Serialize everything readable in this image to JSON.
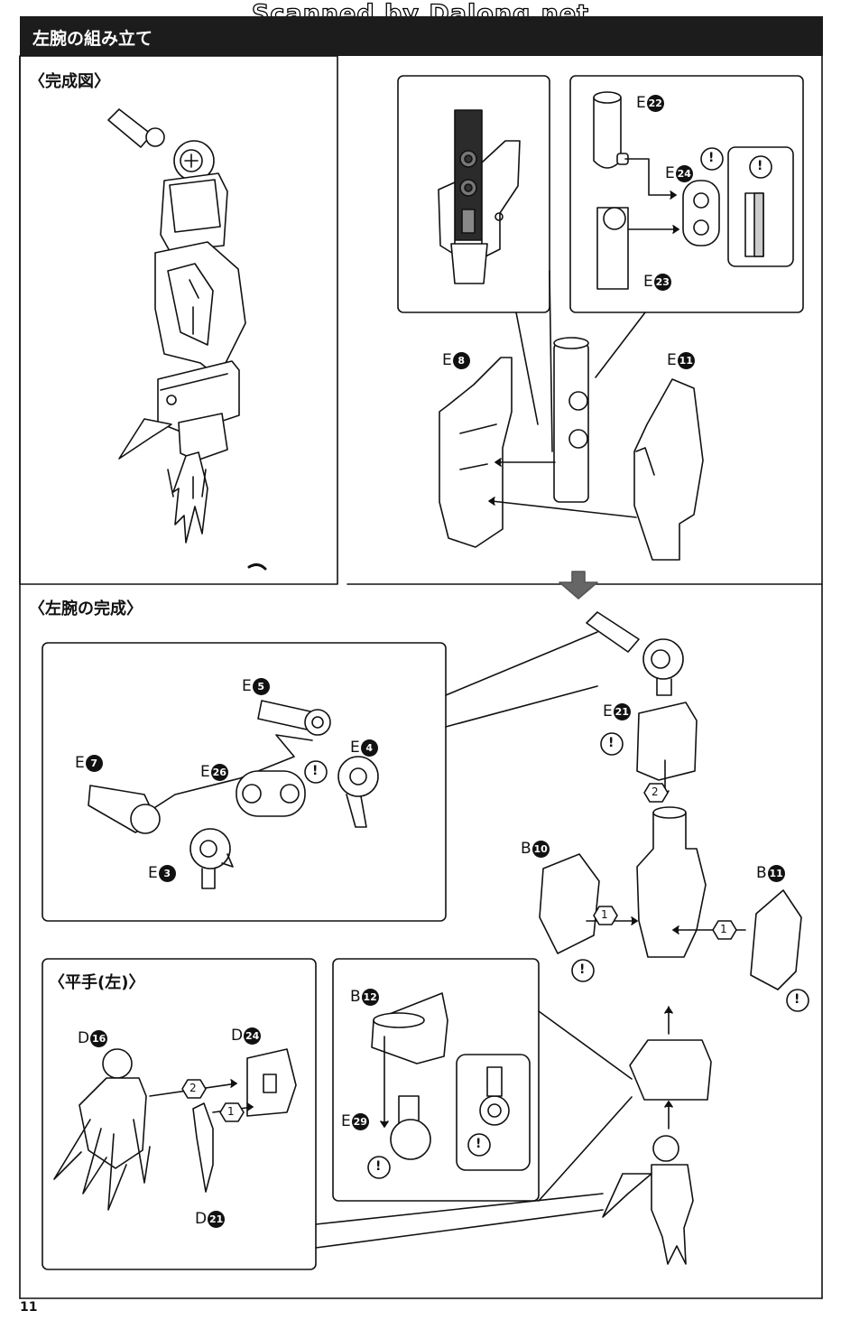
{
  "watermark": "Scanned by Dalong.net",
  "header": {
    "title": "左腕の組み立て"
  },
  "sections": {
    "completed_view": "〈完成図〉",
    "left_arm_complete": "〈左腕の完成〉",
    "flat_hand": "〈平手(左)〉"
  },
  "parts": {
    "e22": {
      "letter": "E",
      "num": "22"
    },
    "e24": {
      "letter": "E",
      "num": "24"
    },
    "e23": {
      "letter": "E",
      "num": "23"
    },
    "e8": {
      "letter": "E",
      "num": "8"
    },
    "e11": {
      "letter": "E",
      "num": "11"
    },
    "e21": {
      "letter": "E",
      "num": "21"
    },
    "e5": {
      "letter": "E",
      "num": "5"
    },
    "e4": {
      "letter": "E",
      "num": "4"
    },
    "e7": {
      "letter": "E",
      "num": "7"
    },
    "e26": {
      "letter": "E",
      "num": "26"
    },
    "e3": {
      "letter": "E",
      "num": "3"
    },
    "b10": {
      "letter": "B",
      "num": "10"
    },
    "b11": {
      "letter": "B",
      "num": "11"
    },
    "b12": {
      "letter": "B",
      "num": "12"
    },
    "e29": {
      "letter": "E",
      "num": "29"
    },
    "d16": {
      "letter": "D",
      "num": "16"
    },
    "d24": {
      "letter": "D",
      "num": "24"
    },
    "d21": {
      "letter": "D",
      "num": "21"
    }
  },
  "step_marks": {
    "one": "1",
    "two": "2",
    "caution": "!"
  },
  "page_number": "11"
}
